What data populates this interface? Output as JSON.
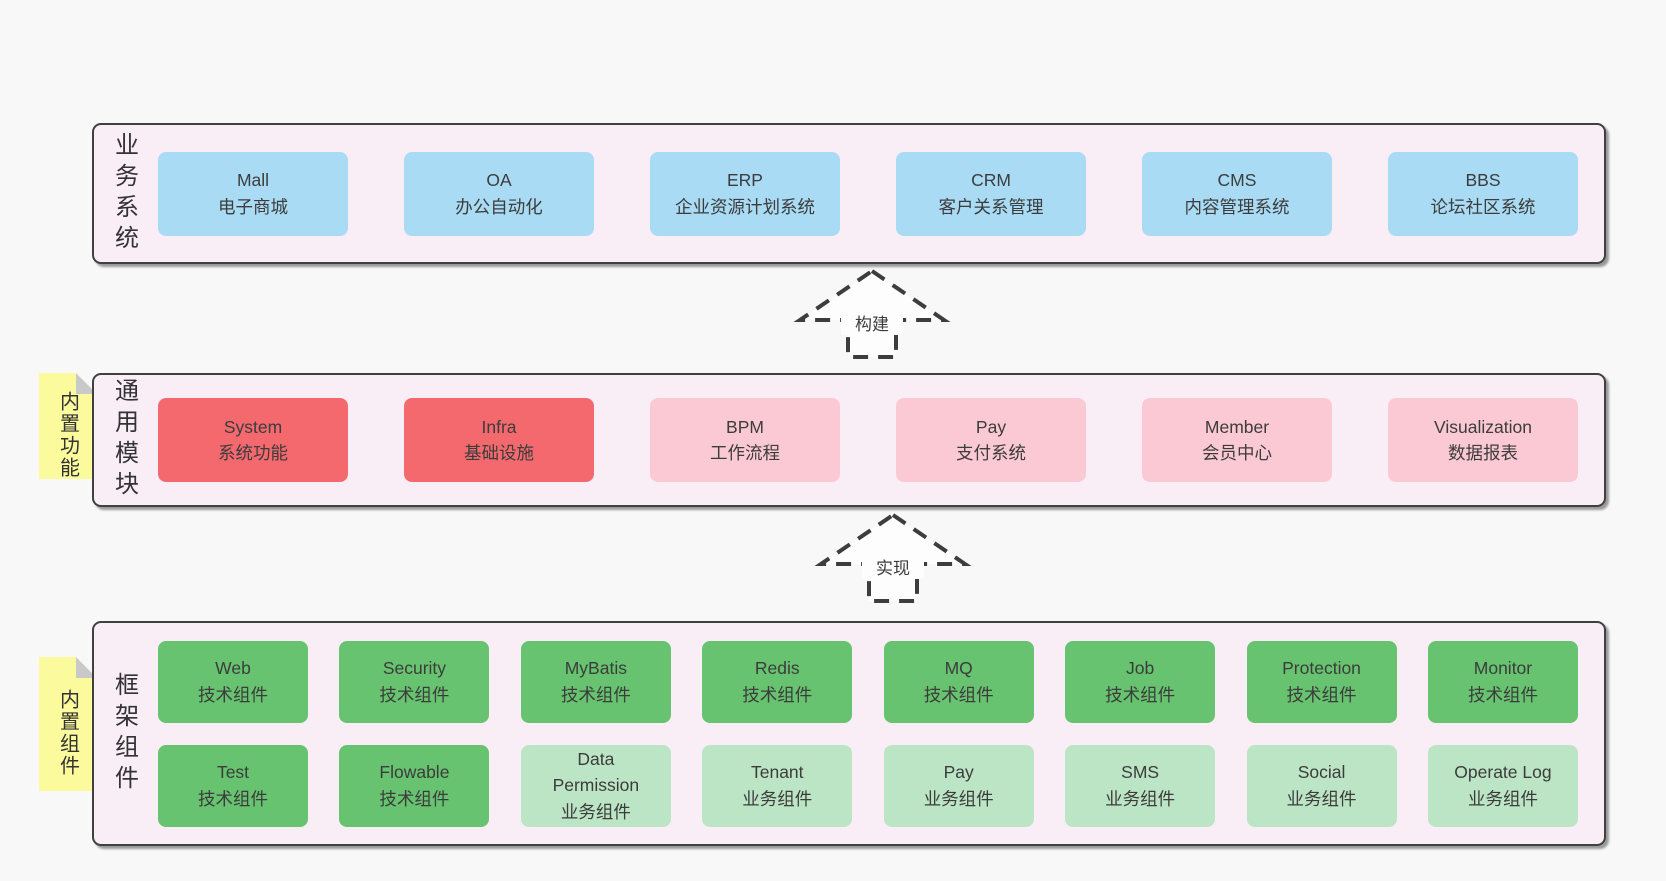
{
  "colors": {
    "canvas_bg": "#f8f8f8",
    "section_bg": "#f9edf6",
    "section_border": "#404040",
    "blue_box": "#a9dbf5",
    "red_box": "#f3696e",
    "pink_box": "#fbc9d3",
    "green_box": "#67c36f",
    "light_green_box": "#bce5c5",
    "yellow_tab": "#fbfb9e",
    "fold_gray": "#c9c9c9",
    "arrow_stroke": "#3d3d3d",
    "text": "#3c3c3c"
  },
  "arrows": [
    {
      "label": "构建"
    },
    {
      "label": "实现"
    }
  ],
  "sections": [
    {
      "id": "business-systems",
      "label_vertical": "业务系统",
      "boxes": [
        {
          "title": "Mall",
          "subtitle": "电子商城"
        },
        {
          "title": "OA",
          "subtitle": "办公自动化"
        },
        {
          "title": "ERP",
          "subtitle": "企业资源计划系统"
        },
        {
          "title": "CRM",
          "subtitle": "客户关系管理"
        },
        {
          "title": "CMS",
          "subtitle": "内容管理系统"
        },
        {
          "title": "BBS",
          "subtitle": "论坛社区系统"
        }
      ]
    },
    {
      "id": "common-modules",
      "label_vertical": "通用模块",
      "side_tab": "内置功能",
      "boxes": [
        {
          "title": "System",
          "subtitle": "系统功能"
        },
        {
          "title": "Infra",
          "subtitle": "基础设施"
        },
        {
          "title": "BPM",
          "subtitle": "工作流程"
        },
        {
          "title": "Pay",
          "subtitle": "支付系统"
        },
        {
          "title": "Member",
          "subtitle": "会员中心"
        },
        {
          "title": "Visualization",
          "subtitle": "数据报表"
        }
      ]
    },
    {
      "id": "framework-components",
      "label_vertical": "框架组件",
      "side_tab": "内置组件",
      "rows": [
        [
          {
            "title": "Web",
            "subtitle": "技术组件"
          },
          {
            "title": "Security",
            "subtitle": "技术组件"
          },
          {
            "title": "MyBatis",
            "subtitle": "技术组件"
          },
          {
            "title": "Redis",
            "subtitle": "技术组件"
          },
          {
            "title": "MQ",
            "subtitle": "技术组件"
          },
          {
            "title": "Job",
            "subtitle": "技术组件"
          },
          {
            "title": "Protection",
            "subtitle": "技术组件"
          },
          {
            "title": "Monitor",
            "subtitle": "技术组件"
          }
        ],
        [
          {
            "title": "Test",
            "subtitle": "技术组件"
          },
          {
            "title": "Flowable",
            "subtitle": "技术组件"
          },
          {
            "title": "Data Permission",
            "subtitle": "业务组件"
          },
          {
            "title": "Tenant",
            "subtitle": "业务组件"
          },
          {
            "title": "Pay",
            "subtitle": "业务组件"
          },
          {
            "title": "SMS",
            "subtitle": "业务组件"
          },
          {
            "title": "Social",
            "subtitle": "业务组件"
          },
          {
            "title": "Operate Log",
            "subtitle": "业务组件"
          }
        ]
      ]
    }
  ]
}
